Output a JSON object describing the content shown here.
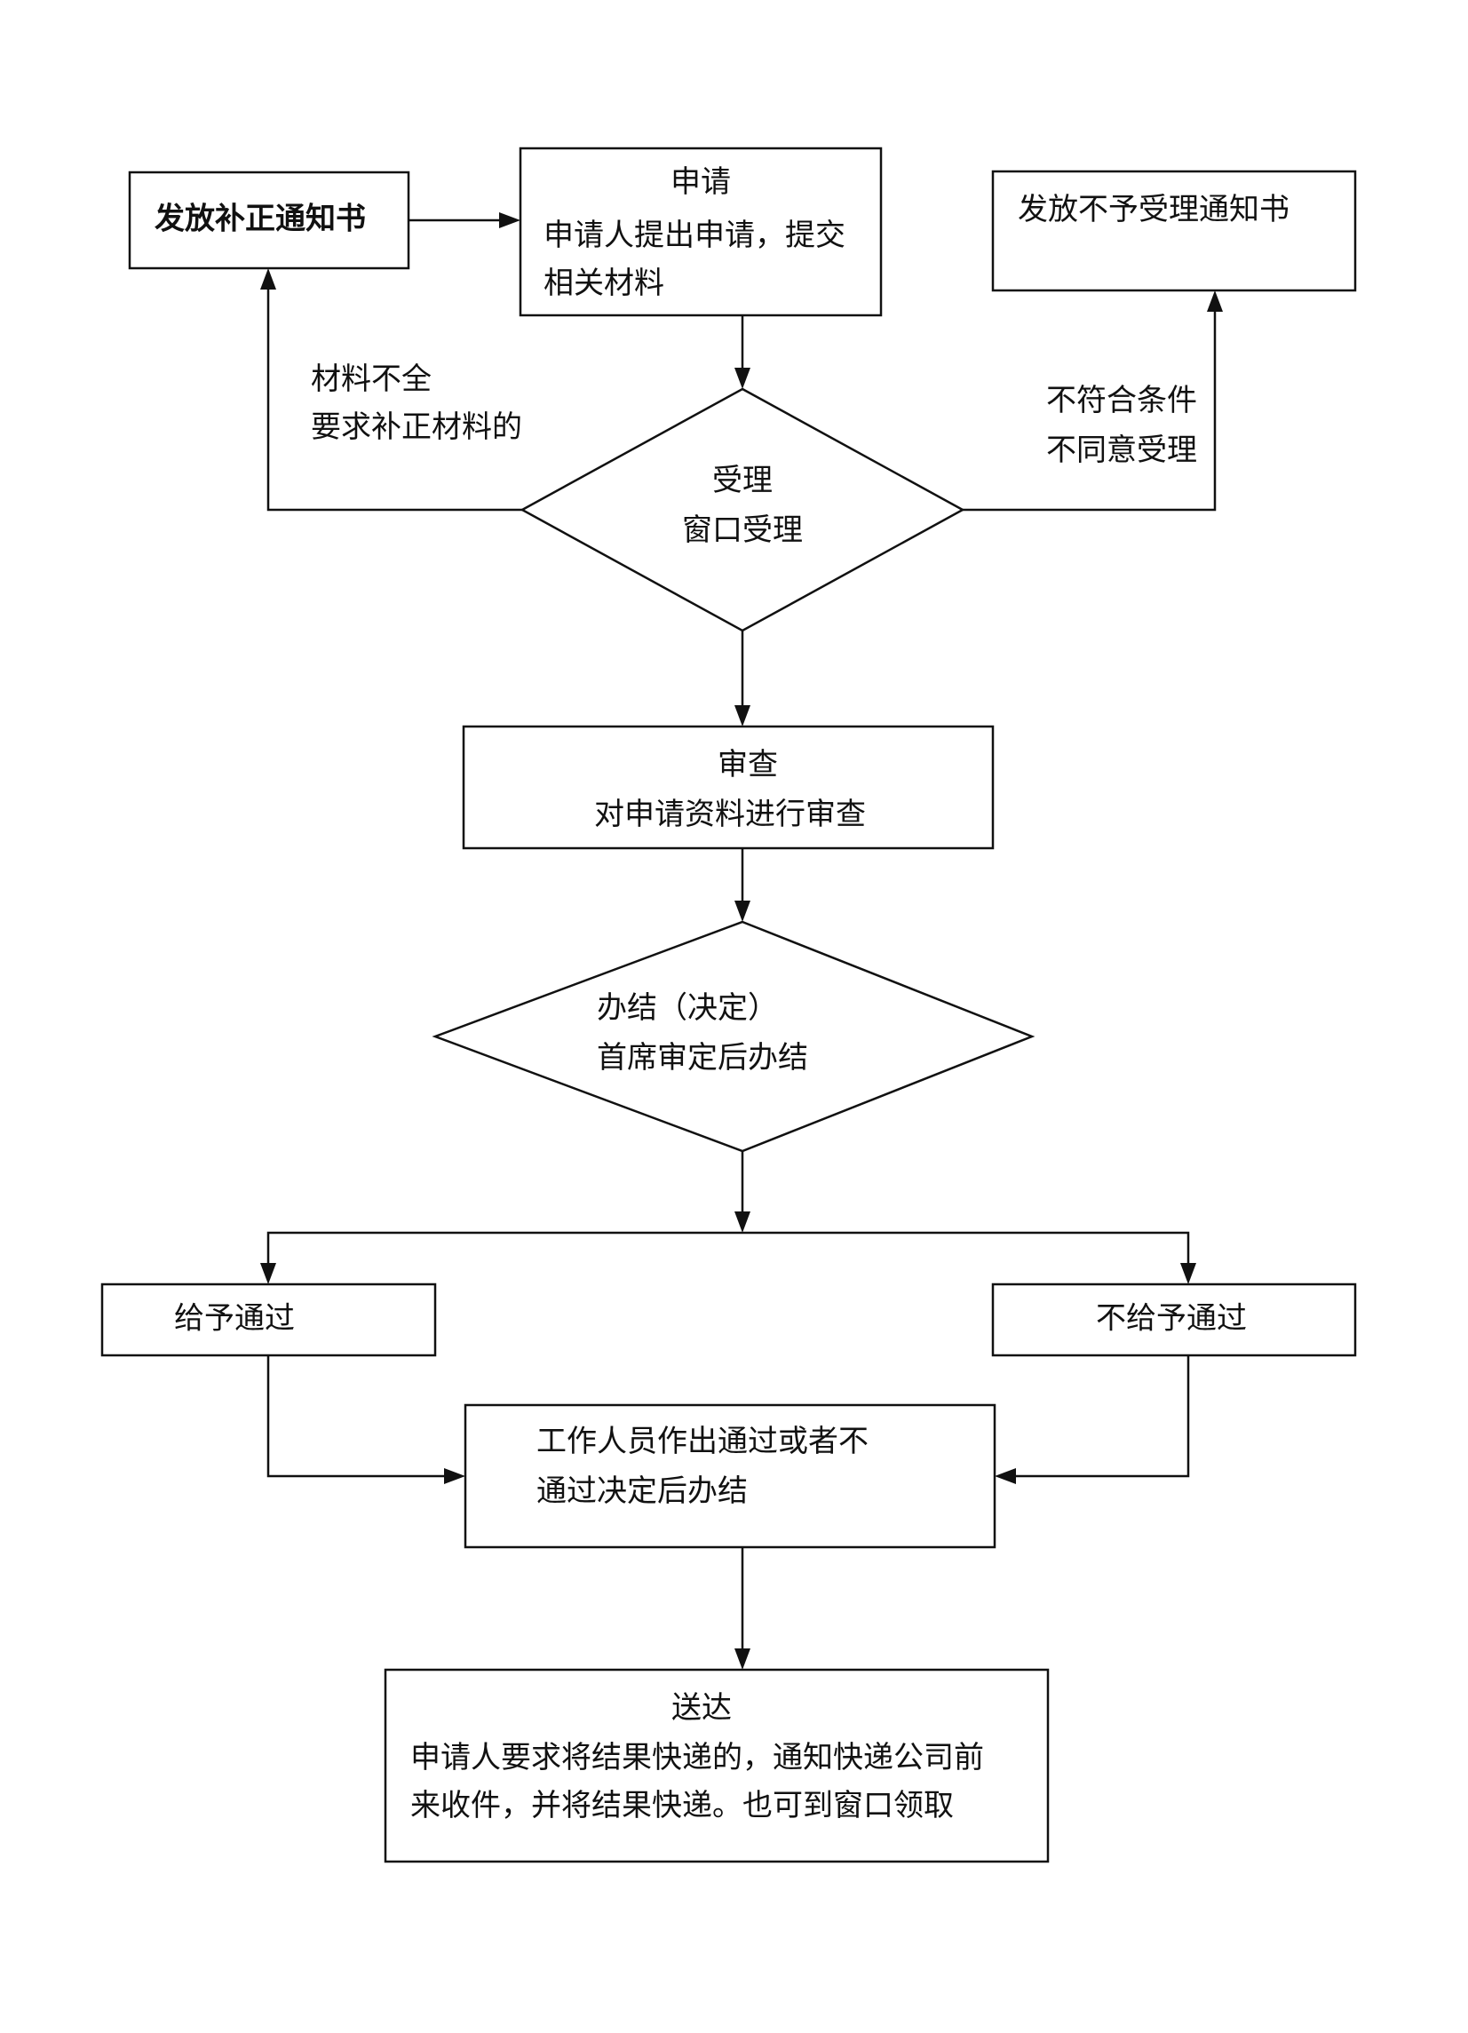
{
  "nodes": {
    "apply": {
      "title": "申请",
      "line1": "申请人提出申请，提交",
      "line2": "相关材料"
    },
    "supplement_notice": {
      "label": "发放补正通知书"
    },
    "reject_notice": {
      "label": "发放不予受理通知书"
    },
    "accept": {
      "title": "受理",
      "subtitle": "窗口受理"
    },
    "review": {
      "title": "审查",
      "subtitle": "对申请资料进行审查"
    },
    "decide": {
      "title": "办结（决定）",
      "subtitle": "首席审定后办结"
    },
    "approve": {
      "label": "给予通过"
    },
    "deny": {
      "label": "不给予通过"
    },
    "complete": {
      "line1": "工作人员作出通过或者不",
      "line2": "通过决定后办结"
    },
    "deliver": {
      "title": "送达",
      "line1": "申请人要求将结果快递的，通知快递公司前",
      "line2": "来收件，并将结果快递。也可到窗口领取"
    }
  },
  "edges": {
    "incomplete": {
      "line1": "材料不全",
      "line2": "要求补正材料的"
    },
    "not_qualified": {
      "line1": "不符合条件",
      "line2": "不同意受理"
    }
  }
}
